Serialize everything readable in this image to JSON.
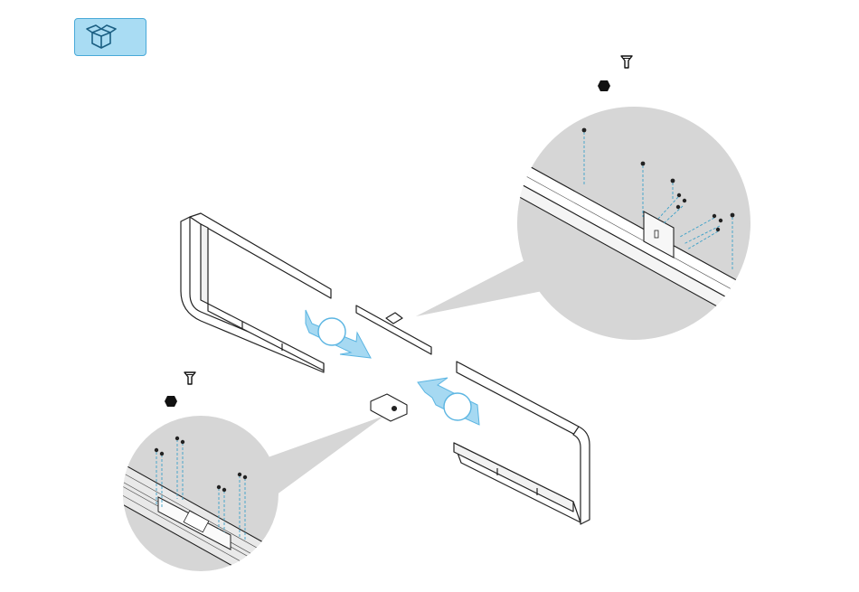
{
  "step": {
    "badge_icon": "open-box-icon",
    "badge_color": "#a9dcf3",
    "badge_border": "#48a9d8"
  },
  "hardware_legend_top": {
    "screw_icon": "countersunk-screw-icon",
    "nut_icon": "hex-nut-icon"
  },
  "hardware_legend_bottom": {
    "screw_icon": "countersunk-screw-icon",
    "nut_icon": "hex-nut-icon"
  },
  "colors": {
    "arrow_fill": "#a6d9f2",
    "arrow_stroke": "#5bb5e2",
    "zoom_circle": "#d6d6d6",
    "guide_line": "#3aa0c8",
    "part_stroke": "#222222"
  },
  "parts": {
    "left_frame": "u-frame-left",
    "right_frame": "u-frame-right",
    "connector_top": "joining-bar",
    "connector_bottom": "joining-bracket"
  }
}
